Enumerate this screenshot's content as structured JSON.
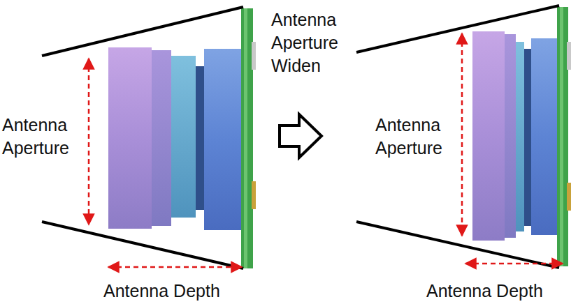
{
  "diagram": {
    "labels": [
      "Antenna Aperture",
      "Antenna Aperture Widen",
      "Antenna Aperture",
      "Antenna Depth",
      "Antenna Depth"
    ]
  }
}
